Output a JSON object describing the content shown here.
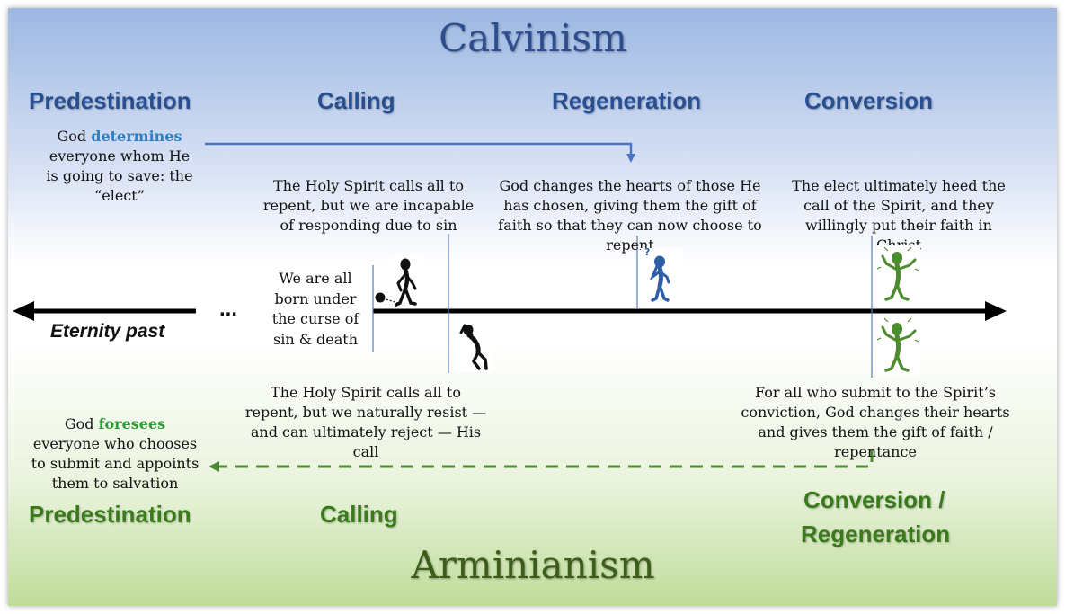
{
  "calvinism": {
    "title": "Calvinism",
    "stages": {
      "predestination": "Predestination",
      "calling": "Calling",
      "regeneration": "Regeneration",
      "conversion": "Conversion"
    },
    "predestination_desc": {
      "before": "God ",
      "highlight": "determines",
      "after": " everyone whom He is going to save: the “elect”"
    },
    "calling_desc": "The Holy Spirit calls all to repent, but we are incapable of responding due to sin",
    "regeneration_desc": "God changes the hearts of those He has chosen, giving them the gift of faith so that they can now choose to repent",
    "conversion_desc": "The elect ultimately heed the call of the Spirit, and they willingly put their faith in Christ"
  },
  "timeline": {
    "eternity_label": "Eternity past",
    "ellipsis": "...",
    "born_under_curse": "We are all born under the curse of sin & death"
  },
  "arminianism": {
    "title": "Arminianism",
    "stages": {
      "predestination": "Predestination",
      "calling": "Calling",
      "conversion_regeneration_line1": "Conversion /",
      "conversion_regeneration_line2": "Regeneration"
    },
    "predestination_desc": {
      "before": "God ",
      "highlight": "foresees",
      "after": " everyone who chooses to submit and appoints them to salvation"
    },
    "calling_desc": "The Holy Spirit calls all to repent, but we naturally resist — and can ultimately reject — His call",
    "conversion_desc": "For all who submit to the Spirit’s conviction, God changes their hearts and gives them the gift of faith / repentance"
  },
  "colors": {
    "calvinism": "#274f92",
    "arminianism": "#3a7a1c",
    "determines": "#2e7ec2",
    "foresees": "#2e9a33"
  },
  "icons": [
    "stick-figure-chained-icon",
    "stick-figure-resisting-icon",
    "stick-figure-thinking-icon",
    "stick-figure-celebrating-icon"
  ]
}
